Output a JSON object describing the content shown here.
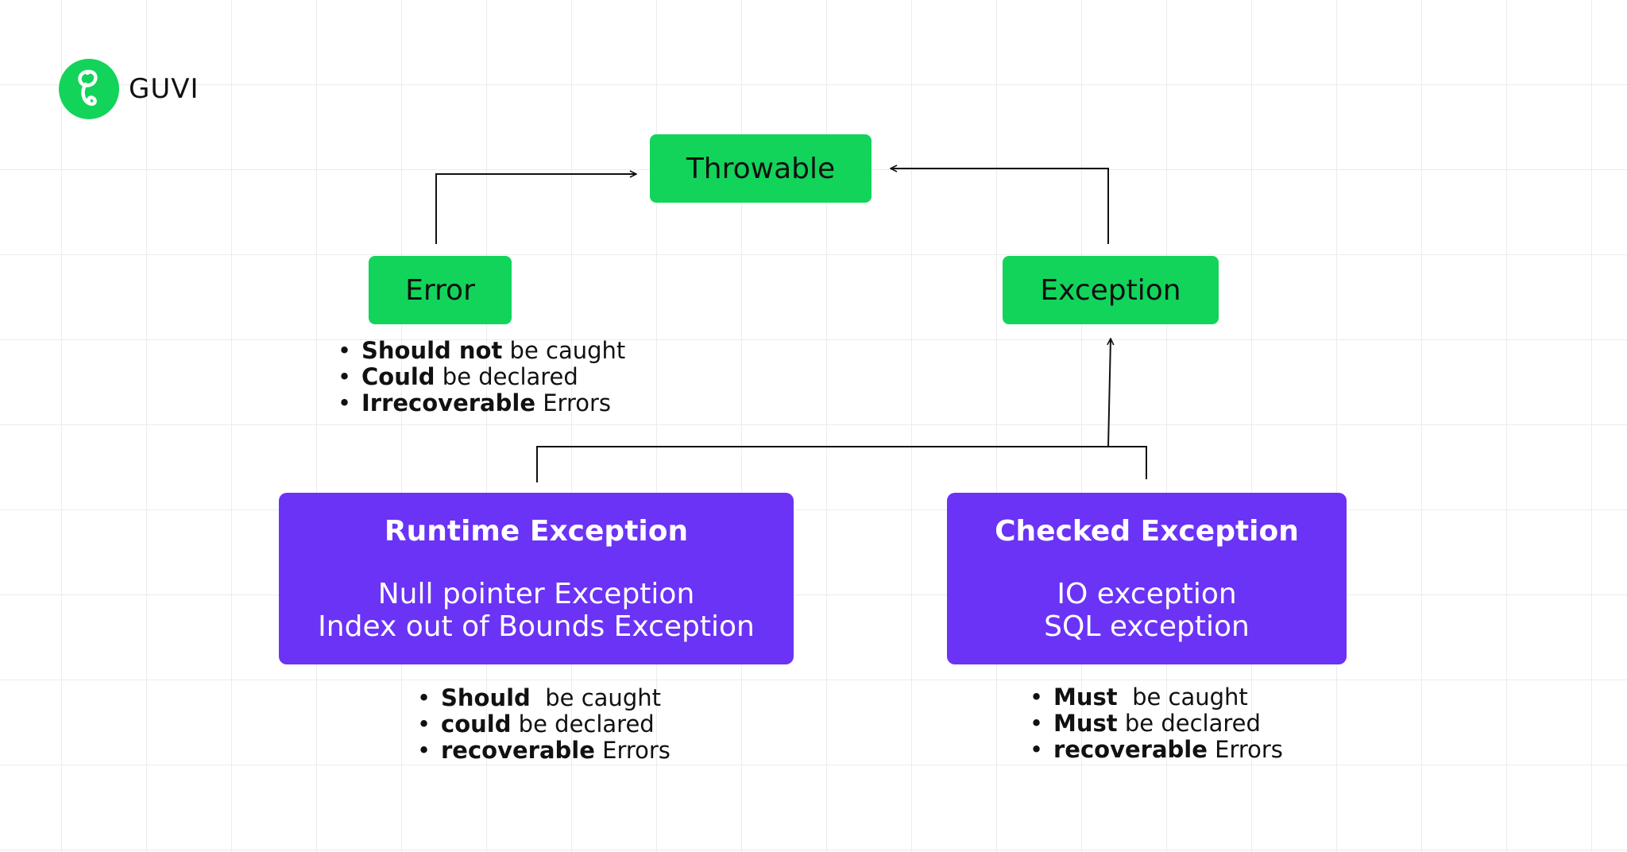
{
  "brand": {
    "name": "GUVI",
    "icon": "guvi-logo-icon",
    "color": "#12d45a"
  },
  "colors": {
    "green": "#12d45a",
    "purple": "#6b33f5"
  },
  "nodes": {
    "throwable": {
      "label": "Throwable"
    },
    "error": {
      "label": "Error"
    },
    "exception": {
      "label": "Exception"
    },
    "runtime": {
      "title": "Runtime Exception",
      "items": [
        "Null pointer Exception",
        "Index out of Bounds Exception"
      ]
    },
    "checked": {
      "title": "Checked Exception",
      "items": [
        "IO exception",
        "SQL exception"
      ]
    }
  },
  "notes": {
    "error": [
      {
        "bold": "Should not",
        "rest": " be caught"
      },
      {
        "bold": "Could",
        "rest": " be declared"
      },
      {
        "bold": "Irrecoverable",
        "rest": " Errors"
      }
    ],
    "runtime": [
      {
        "bold": "Should",
        "rest": "  be caught"
      },
      {
        "bold": "could",
        "rest": " be declared"
      },
      {
        "bold": "recoverable",
        "rest": " Errors"
      }
    ],
    "checked": [
      {
        "bold": "Must",
        "rest": "  be caught"
      },
      {
        "bold": "Must",
        "rest": " be declared"
      },
      {
        "bold": "recoverable",
        "rest": " Errors"
      }
    ]
  }
}
